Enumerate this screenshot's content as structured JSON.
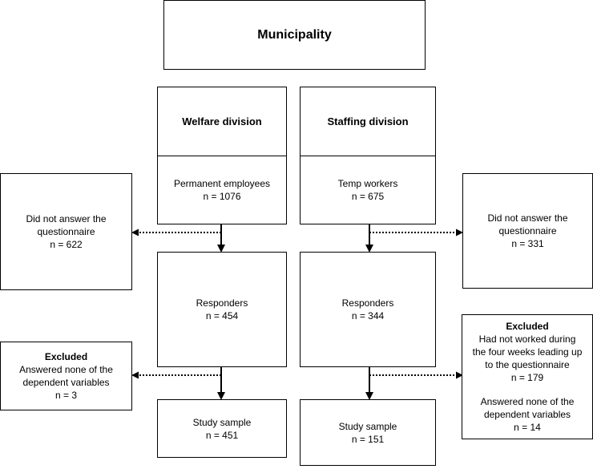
{
  "municipality": {
    "title": "Municipality"
  },
  "welfare": {
    "division": "Welfare division",
    "employees_label": "Permanent employees",
    "employees_n": "n = 1076",
    "responders_label": "Responders",
    "responders_n": "n = 454",
    "sample_label": "Study sample",
    "sample_n": "n = 451"
  },
  "staffing": {
    "division": "Staffing division",
    "employees_label": "Temp workers",
    "employees_n": "n = 675",
    "responders_label": "Responders",
    "responders_n": "n = 344",
    "sample_label": "Study sample",
    "sample_n": "n = 151"
  },
  "nonresponse_left": {
    "line1": "Did not answer the",
    "line2": "questionnaire",
    "n": "n = 622"
  },
  "nonresponse_right": {
    "line1": "Did not answer the",
    "line2": "questionnaire",
    "n": "n = 331"
  },
  "excluded_left": {
    "heading": "Excluded",
    "line1": "Answered none of the",
    "line2": "dependent variables",
    "n": "n = 3"
  },
  "excluded_right": {
    "heading": "Excluded",
    "reason1_line1": "Had not worked during",
    "reason1_line2": "the four weeks leading up",
    "reason1_line3": "to the questionnaire",
    "reason1_n": "n = 179",
    "reason2_line1": "Answered none of the",
    "reason2_line2": "dependent variables",
    "reason2_n": "n = 14"
  }
}
